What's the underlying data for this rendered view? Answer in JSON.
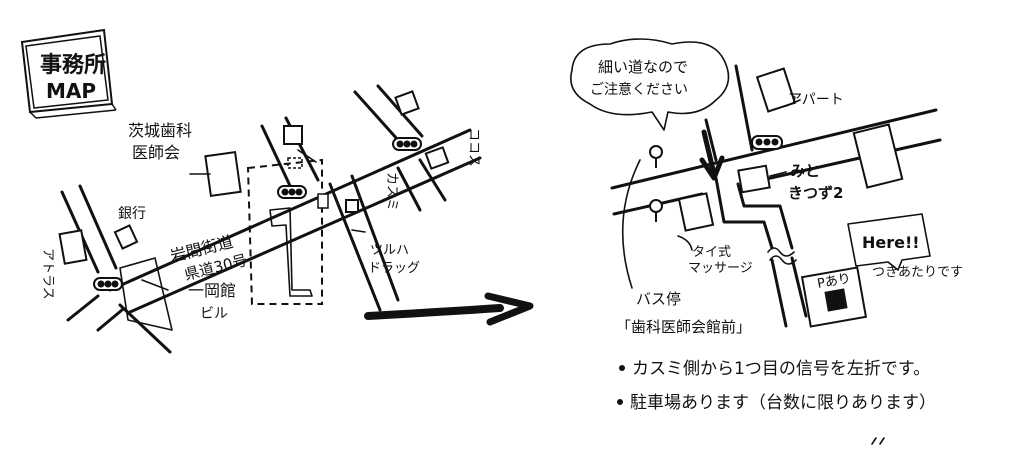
{
  "title_card": {
    "line1": "事務所",
    "line2": "MAP"
  },
  "left_map": {
    "labels": {
      "dental_assoc": [
        "茨城歯科",
        "医師会"
      ],
      "bank": "銀行",
      "atoras": "アトラス",
      "road_name": [
        "岩間街道",
        "県道30号"
      ],
      "ichiko_bldg": [
        "一岡館",
        "ビル"
      ],
      "kasumi": "カスミ",
      "cocos": "ココス",
      "tsuruha": [
        "ツルハ",
        "ドラッグ"
      ]
    }
  },
  "right_map": {
    "speech_bubble": [
      "細い道なので",
      "ご注意ください"
    ],
    "here_bubble": "Here!!",
    "labels": {
      "apartment": "アパート",
      "mito": "みと",
      "kitsune": "きつず2",
      "thai_massage": [
        "タイ式",
        "マッサージ"
      ],
      "bus_stop": "バス停",
      "bus_stop_name": "「歯科医師会館前」",
      "dead_end": "つきあたりです",
      "parking": "Pあり"
    }
  },
  "notes": [
    "カスミ側から1つ目の信号を左折です。",
    "駐車場あります（台数に限りあります）"
  ]
}
